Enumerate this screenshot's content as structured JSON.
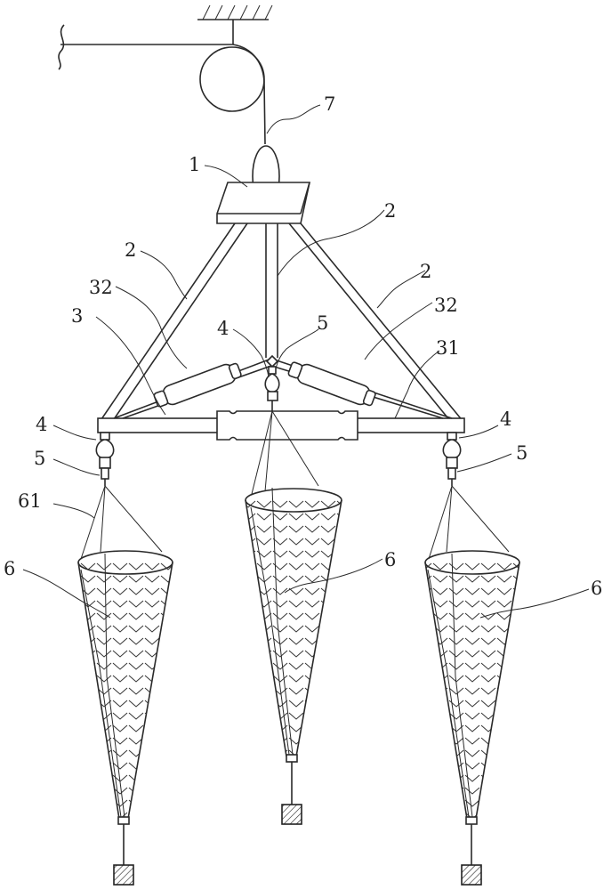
{
  "labels": {
    "l1": "1",
    "l2a": "2",
    "l2b": "2",
    "l2c": "2",
    "l3": "3",
    "l31": "31",
    "l32a": "32",
    "l32b": "32",
    "l4a": "4",
    "l4b": "4",
    "l4c": "4",
    "l5a": "5",
    "l5b": "5",
    "l5c": "5",
    "l6a": "6",
    "l6b": "6",
    "l6c": "6",
    "l61": "61",
    "l7": "7"
  }
}
